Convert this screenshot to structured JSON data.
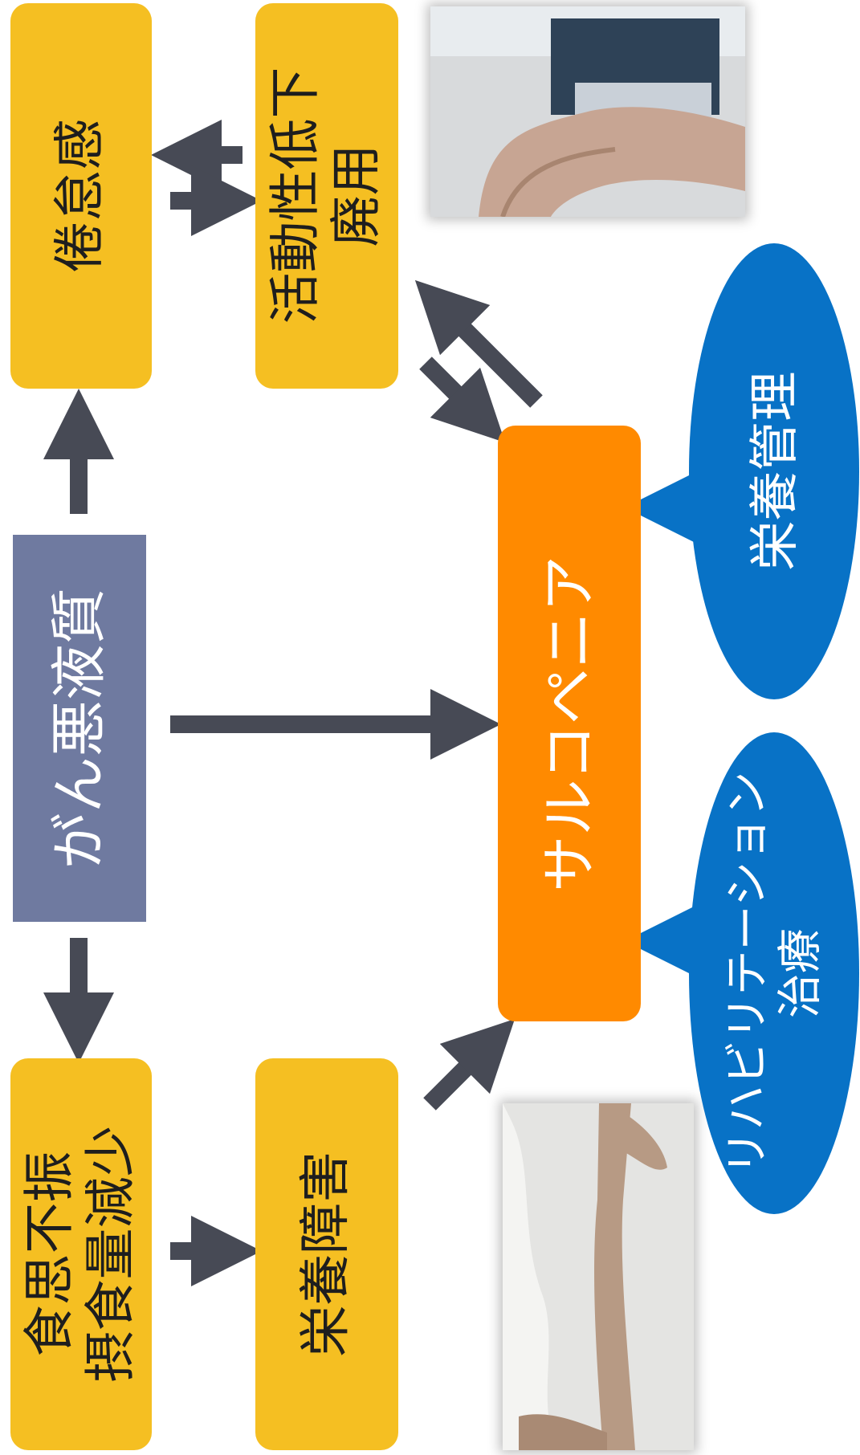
{
  "diagram": {
    "nodes": {
      "cachexia": {
        "label": "がん悪液質"
      },
      "fatigue": {
        "label": "倦怠感"
      },
      "activity": {
        "line1": "活動性低下",
        "line2": "廃用"
      },
      "anorexia": {
        "line1": "食思不振",
        "line2": "摂食量減少"
      },
      "malnutrition": {
        "label": "栄養障害"
      },
      "sarcopenia": {
        "label": "サルコペニア"
      },
      "nutrition_management": {
        "label": "栄養管理"
      },
      "rehab": {
        "line1": "リハビリテーション",
        "line2": "治療"
      }
    },
    "colors": {
      "yellow_box": "#F5BF22",
      "slate_box": "#6F7AA0",
      "orange_box": "#FF8A00",
      "blue_ellipse": "#0872C6",
      "arrow": "#474A55"
    }
  }
}
